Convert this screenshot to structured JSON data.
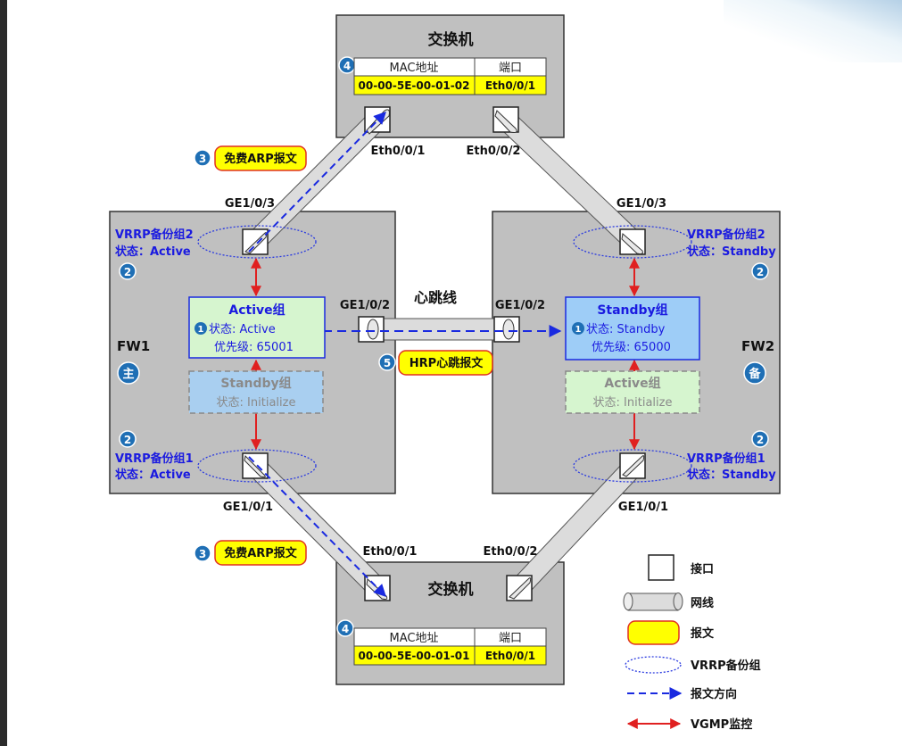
{
  "switch_top": {
    "title": "交换机",
    "step": "4",
    "table": {
      "col1": "MAC地址",
      "col2": "端口",
      "mac": "00-00-5E-00-01-02",
      "port": "Eth0/0/1"
    },
    "port_left": "Eth0/0/1",
    "port_right": "Eth0/0/2"
  },
  "switch_bottom": {
    "title": "交换机",
    "step": "4",
    "table": {
      "col1": "MAC地址",
      "col2": "端口",
      "mac": "00-00-5E-00-01-01",
      "port": "Eth0/0/1"
    },
    "port_left": "Eth0/0/1",
    "port_right": "Eth0/0/2"
  },
  "fw1": {
    "name": "FW1",
    "role": "主",
    "vrrp_top": {
      "line1": "VRRP备份组2",
      "line2": "状态：Active",
      "step": "2"
    },
    "vrrp_bottom": {
      "line1": "VRRP备份组1",
      "line2": "状态：Active",
      "step": "2"
    },
    "active_group": {
      "title": "Active组",
      "step": "1",
      "state": "状态: Active",
      "priority": "优先级: 65001"
    },
    "standby_group": {
      "title": "Standby组",
      "state": "状态: Initialize"
    },
    "port_top": "GE1/0/3",
    "port_bottom": "GE1/0/1",
    "port_heartbeat": "GE1/0/2"
  },
  "fw2": {
    "name": "FW2",
    "role": "备",
    "vrrp_top": {
      "line1": "VRRP备份组2",
      "line2": "状态：Standby",
      "step": "2"
    },
    "vrrp_bottom": {
      "line1": "VRRP备份组1",
      "line2": "状态：Standby",
      "step": "2"
    },
    "standby_group": {
      "title": "Standby组",
      "step": "1",
      "state": "状态: Standby",
      "priority": "优先级: 65000"
    },
    "active_group": {
      "title": "Active组",
      "state": "状态: Initialize"
    },
    "port_top": "GE1/0/3",
    "port_bottom": "GE1/0/1",
    "port_heartbeat": "GE1/0/2"
  },
  "heartbeat": {
    "label": "心跳线",
    "step": "5",
    "packet": "HRP心跳报文"
  },
  "arp_top": {
    "step": "3",
    "packet": "免费ARP报文"
  },
  "arp_bottom": {
    "step": "3",
    "packet": "免费ARP报文"
  },
  "legend": [
    {
      "icon": "interface",
      "label": "接口"
    },
    {
      "icon": "cable",
      "label": "网线"
    },
    {
      "icon": "packet",
      "label": "报文"
    },
    {
      "icon": "vrrp-group",
      "label": "VRRP备份组"
    },
    {
      "icon": "packet-direction",
      "label": "报文方向"
    },
    {
      "icon": "vgmp-monitor",
      "label": "VGMP监控"
    }
  ],
  "colors": {
    "device_fill": "#c0c0c0",
    "blue_text": "#1a1ae0",
    "step_circle": "#1f6fb5",
    "packet_fill": "#ffff00",
    "packet_border": "#e03020",
    "active_fill": "#d6f5cf",
    "standby_fill": "#9ecdf7",
    "vgmp_red": "#e02020",
    "direction_blue": "#1a2ae0"
  }
}
